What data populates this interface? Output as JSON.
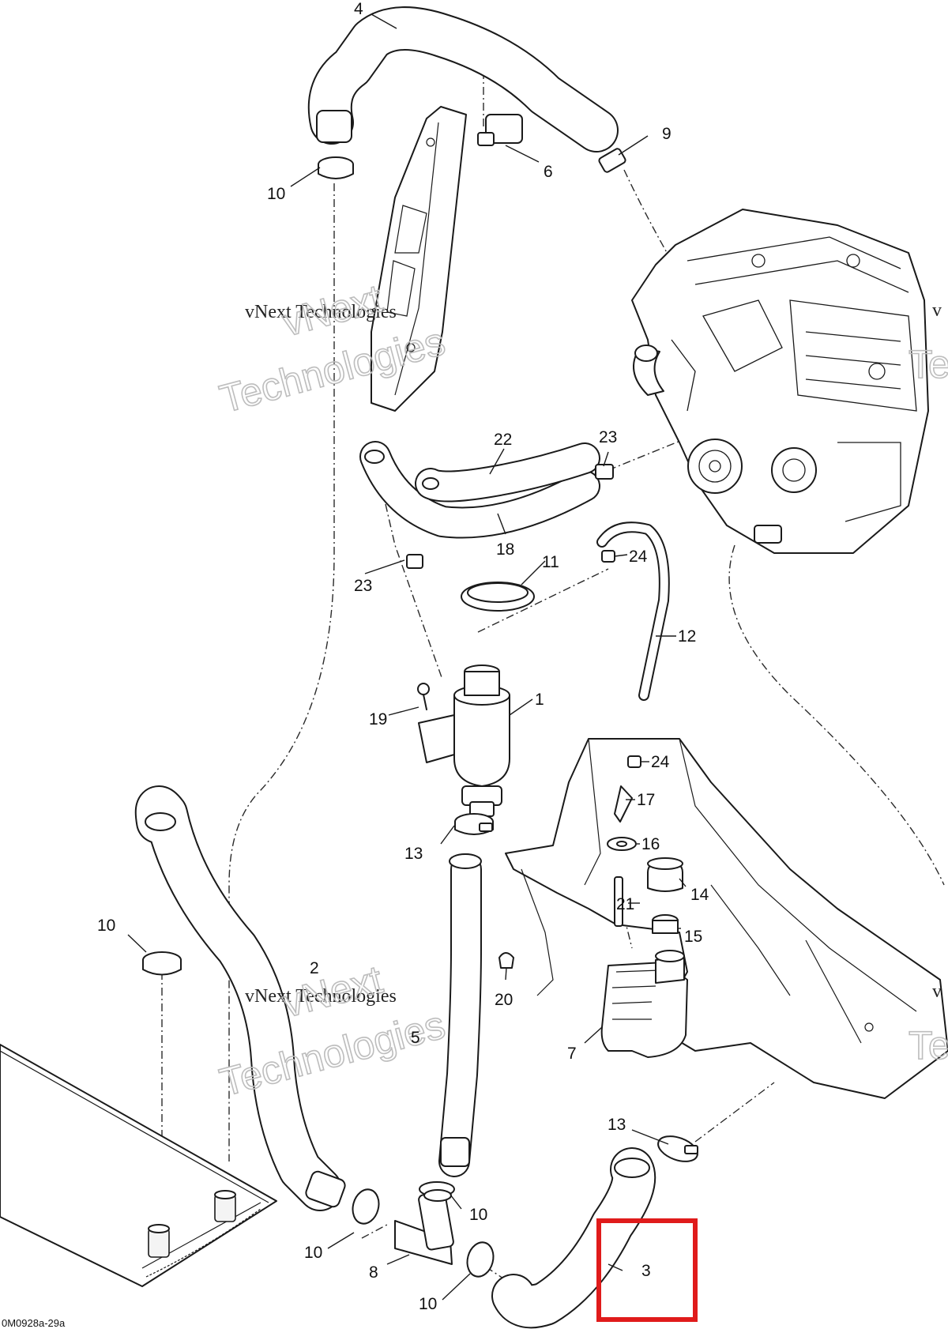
{
  "diagram": {
    "highlight_color": "#e01b1b",
    "reference_code": "0M0928a-29a",
    "watermark": {
      "small_top": "vNext Technologies",
      "big_top_line1": "vNext",
      "big_top_line2": "Technologies",
      "small_mid": "vNext Technologies",
      "big_mid_line1": "vNext",
      "big_mid_line2": "Technologies",
      "edge_right_top": "v",
      "edge_right_mid": "v",
      "edge_big_top": "Te",
      "edge_big_mid": "Te"
    },
    "callouts": [
      {
        "id": "c4",
        "text": "4"
      },
      {
        "id": "c9",
        "text": "9"
      },
      {
        "id": "c6",
        "text": "6"
      },
      {
        "id": "c10a",
        "text": "10"
      },
      {
        "id": "c22",
        "text": "22"
      },
      {
        "id": "c23a",
        "text": "23"
      },
      {
        "id": "c18",
        "text": "18"
      },
      {
        "id": "c23b",
        "text": "23"
      },
      {
        "id": "c11",
        "text": "11"
      },
      {
        "id": "c24a",
        "text": "24"
      },
      {
        "id": "c12",
        "text": "12"
      },
      {
        "id": "c1",
        "text": "1"
      },
      {
        "id": "c19",
        "text": "19"
      },
      {
        "id": "c24b",
        "text": "24"
      },
      {
        "id": "c17",
        "text": "17"
      },
      {
        "id": "c13a",
        "text": "13"
      },
      {
        "id": "c16",
        "text": "16"
      },
      {
        "id": "c14",
        "text": "14"
      },
      {
        "id": "c21",
        "text": "21"
      },
      {
        "id": "c15",
        "text": "15"
      },
      {
        "id": "c10b",
        "text": "10"
      },
      {
        "id": "c2",
        "text": "2"
      },
      {
        "id": "c20",
        "text": "20"
      },
      {
        "id": "c5",
        "text": "5"
      },
      {
        "id": "c7",
        "text": "7"
      },
      {
        "id": "c13b",
        "text": "13"
      },
      {
        "id": "c10c",
        "text": "10"
      },
      {
        "id": "c10d",
        "text": "10"
      },
      {
        "id": "c3",
        "text": "3"
      },
      {
        "id": "c8",
        "text": "8"
      },
      {
        "id": "c10e",
        "text": "10"
      }
    ]
  }
}
